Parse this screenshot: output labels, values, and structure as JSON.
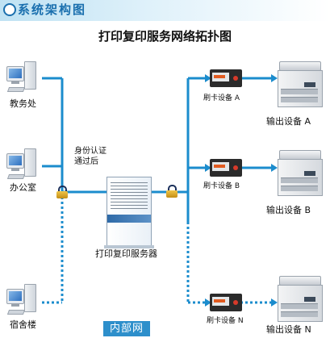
{
  "header": {
    "title": "系统架构图"
  },
  "title": "打印复印服务网络拓扑图",
  "clients": [
    {
      "label": "教务处"
    },
    {
      "label": "办公室"
    },
    {
      "label": "宿舍楼"
    }
  ],
  "auth_label": "身份认证通过后",
  "server_label": "打印复印服务器",
  "lan_label": "内部网",
  "card_readers": [
    {
      "label": "刷卡设备 A"
    },
    {
      "label": "刷卡设备 B"
    },
    {
      "label": "刷卡设备 N"
    }
  ],
  "outputs": [
    {
      "label": "输出设备 A"
    },
    {
      "label": "输出设备 B"
    },
    {
      "label": "输出设备 N"
    }
  ],
  "colors": {
    "line": "#1b8ccd",
    "header_title": "#1a6fae",
    "lan_box": "#2d8fcb"
  }
}
